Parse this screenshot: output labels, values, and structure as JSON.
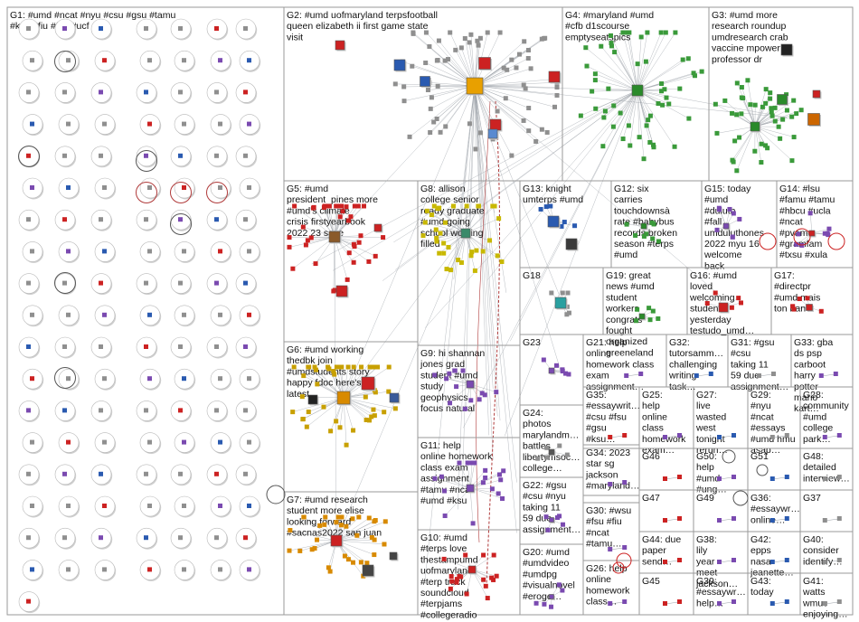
{
  "colors": {
    "border": "#9a9a9a",
    "edge": "#9aa0a6",
    "edge_red": "#b03a3a",
    "node_gray": "#8f8f8f",
    "node_green": "#3a9a3a",
    "node_red": "#cc2222",
    "node_purple": "#7a4ab0",
    "node_blue": "#2a5ab0",
    "node_yellow": "#d8a800"
  },
  "groups": [
    {
      "id": "G1",
      "label": "G1: #umd #ncat #nyu #csu #gsu #tamu #ksu #fiu #fsu #ucf"
    },
    {
      "id": "G2",
      "label": "G2: #umd uofmaryland terpsfootball queen elizabeth ii first game state visit"
    },
    {
      "id": "G4",
      "label": "G4: #maryland #umd #cfb d1scourse emptyseatspics"
    },
    {
      "id": "G3",
      "label": "G3: #umd more research roundup umdresearch crab vaccine mpower professor dr"
    },
    {
      "id": "G5",
      "label": "G5: #umd president_pines more #umd's climate crisis firstyearbook 2022 23 save"
    },
    {
      "id": "G8",
      "label": "G8: allison college senior ready graduate #umd going school working filled"
    },
    {
      "id": "G13",
      "label": "G13: knight umterps #umd"
    },
    {
      "id": "G12",
      "label": "G12: six carries touchdownsà rate #babybus records broken season #terps #umd"
    },
    {
      "id": "G15",
      "label": "G15: today #umd #duluth #fall umduluthones 2022 myu 16 welcome back"
    },
    {
      "id": "G14",
      "label": "G14: #lsu #famu #tamu #hbcu #ucla #ncat #pvamu #gramfam #txsu #xula"
    },
    {
      "id": "G18",
      "label": "G18"
    },
    {
      "id": "G19",
      "label": "G19: great news #umd student workers congrats fought organized greeneland"
    },
    {
      "id": "G16",
      "label": "G16: #umd loved welcoming students yesterday testudo_umd…"
    },
    {
      "id": "G17",
      "label": "G17: #directpr #umd mais ton ban"
    },
    {
      "id": "G6",
      "label": "G6: #umd working thedbk join #umdstudents story happy fdoc here's latest"
    },
    {
      "id": "G9",
      "label": "G9: hi shannan jones grad student #umd study geophysics focus natural"
    },
    {
      "id": "G23",
      "label": "G23"
    },
    {
      "id": "G21",
      "label": "G21: help online homework class exam assignment…"
    },
    {
      "id": "G32",
      "label": "G32: tutorsamm… challenging writing task…"
    },
    {
      "id": "G31",
      "label": "G31: #gsu #csu taking 11 59 due assignment…"
    },
    {
      "id": "G33",
      "label": "G33: gba ds psp carboot harry potter mario kart…"
    },
    {
      "id": "G35",
      "label": "G35: #essaywrit… #csu #fsu #gsu #ksu…"
    },
    {
      "id": "G25",
      "label": "G25: help online class homework exam…"
    },
    {
      "id": "G27",
      "label": "G27: live wasted west tonight rerun…"
    },
    {
      "id": "G29",
      "label": "G29: #nyu #ncat #essays #umd hmu asap…"
    },
    {
      "id": "G28",
      "label": "G28: community #umd college park…"
    },
    {
      "id": "G24",
      "label": "G24: photos marylandm… battles libertymsoc… college…"
    },
    {
      "id": "G46",
      "label": "G46"
    },
    {
      "id": "G50",
      "label": "G50: help #umd #ung…"
    },
    {
      "id": "G51",
      "label": "G51"
    },
    {
      "id": "G48",
      "label": "G48: detailed interview…"
    },
    {
      "id": "G11",
      "label": "G11: help online homework class exam assignment #tamu #ncat #umd #ksu"
    },
    {
      "id": "G34",
      "label": "G34: 2023 star sg jackson #maryland…"
    },
    {
      "id": "G7",
      "label": "G7: #umd research student more elise looking forward #sacnas2022 san juan"
    },
    {
      "id": "G22",
      "label": "G22: #gsu #csu #nyu taking 11 59 due assignment…"
    },
    {
      "id": "G47",
      "label": "G47"
    },
    {
      "id": "G49",
      "label": "G49"
    },
    {
      "id": "G36",
      "label": "G36: #essaywr… online…"
    },
    {
      "id": "G37",
      "label": "G37"
    },
    {
      "id": "G30",
      "label": "G30: #wsu #fsu #fiu #ncat #tamu…"
    },
    {
      "id": "G10",
      "label": "G10: #umd #terps love thestampumd uofmaryland #terp track soundcloud #terpjams #collegeradio"
    },
    {
      "id": "G44",
      "label": "G44: due paper send…"
    },
    {
      "id": "G38",
      "label": "G38: lily year meet jackson…"
    },
    {
      "id": "G42",
      "label": "G42: epps nasa jeanette…"
    },
    {
      "id": "G40",
      "label": "G40: consider identify…"
    },
    {
      "id": "G20",
      "label": "G20: #umd #umdvideo #umdpg #visualnovel #eroge…"
    },
    {
      "id": "G26",
      "label": "G26: help online homework class…"
    },
    {
      "id": "G45",
      "label": "G45"
    },
    {
      "id": "G39",
      "label": "G39: #essaywr… help…"
    },
    {
      "id": "G43",
      "label": "G43: today"
    },
    {
      "id": "G41",
      "label": "G41: watts wmuc enjoying…"
    }
  ]
}
